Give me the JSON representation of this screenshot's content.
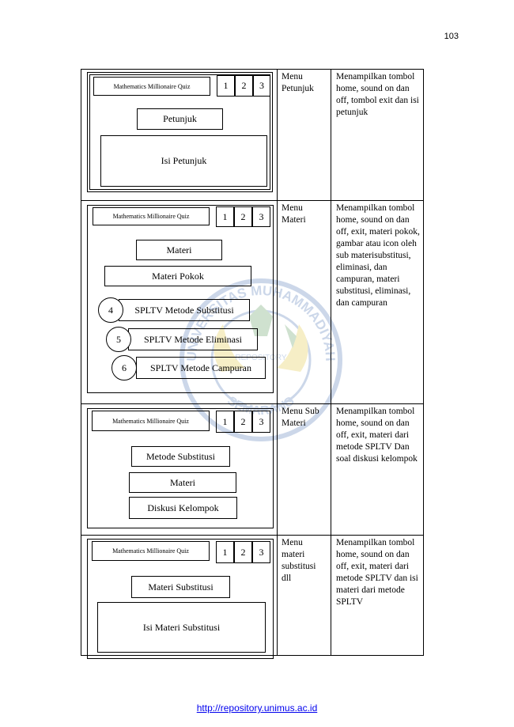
{
  "page_number": "103",
  "footer_link": "http://repository.unimus.ac.id",
  "watermark": {
    "arc_text_top": "UNIVERSITAS MUHAMMADIYAH",
    "arc_text_bottom": "SEMARANG",
    "inner_text": "REPOSITORY"
  },
  "rows": [
    {
      "menu": "Menu Petunjuk",
      "description": "Menampilkan tombol home, sound on dan off, tombol exit dan isi petunjuk",
      "mockup": {
        "title": "Mathematics Millionaire Quiz",
        "numbers": [
          "1",
          "2",
          "3"
        ],
        "heading": "Petunjuk",
        "content": "Isi Petunjuk"
      }
    },
    {
      "menu": "Menu Materi",
      "description": "Menampilkan tombol home, sound on dan off, exit, materi pokok, gambar atau icon oleh sub materisubstitusi, eliminasi, dan campuran, materi substitusi, eliminasi, dan campuran",
      "mockup": {
        "title": "Mathematics Millionaire Quiz",
        "numbers": [
          "1",
          "2",
          "3"
        ],
        "heading": "Materi",
        "subheading": "Materi Pokok",
        "items": [
          {
            "num": "4",
            "label": "SPLTV Metode Substitusi"
          },
          {
            "num": "5",
            "label": "SPLTV Metode Eliminasi"
          },
          {
            "num": "6",
            "label": "SPLTV Metode Campuran"
          }
        ]
      }
    },
    {
      "menu": "Menu Sub Materi",
      "description": "Menampilkan tombol home, sound on dan off, exit, materi dari metode SPLTV Dan soal diskusi kelompok",
      "mockup": {
        "title": "Mathematics Millionaire Quiz",
        "numbers": [
          "1",
          "2",
          "3"
        ],
        "buttons": [
          "Metode Substitusi",
          "Materi",
          "Diskusi Kelompok"
        ]
      }
    },
    {
      "menu": "Menu materi substitusi dll",
      "description": "Menampilkan tombol home, sound on dan off, exit, materi dari metode SPLTV dan isi materi dari metode SPLTV",
      "mockup": {
        "title": "Mathematics Millionaire Quiz",
        "numbers": [
          "1",
          "2",
          "3"
        ],
        "heading": "Materi Substitusi",
        "content": "Isi Materi Substitusi"
      }
    }
  ]
}
